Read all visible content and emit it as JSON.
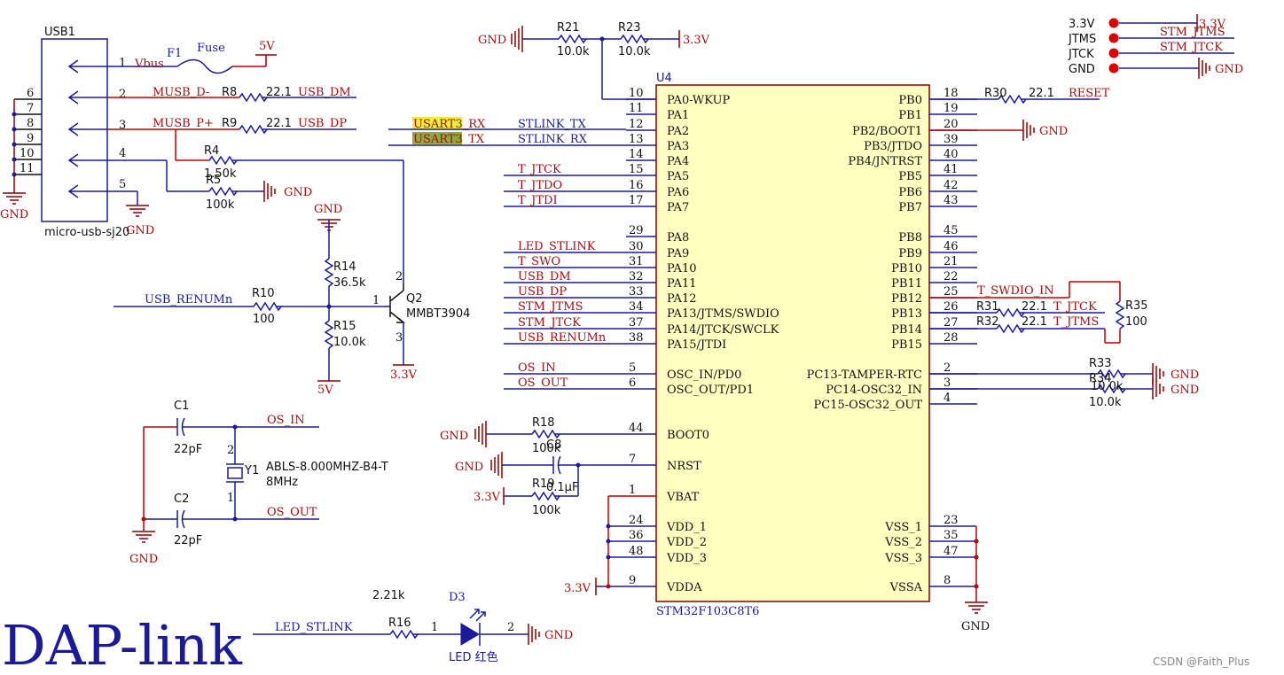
{
  "usb": {
    "ref": "USB1",
    "part": "micro-usb-sj20",
    "pins_right": [
      "1",
      "2",
      "3",
      "4",
      "5"
    ],
    "pins_left": [
      "6",
      "7",
      "8",
      "9",
      "10",
      "11"
    ],
    "gnd": "GND",
    "gnd2": "GND"
  },
  "fuse": {
    "ref": "F1",
    "label": "Fuse",
    "net": "Vbus",
    "supply": "5V"
  },
  "nets_left": {
    "musb_dm": "MUSB_D-",
    "musb_dp": "MUSB_P+",
    "usb_dm": "USB_DM",
    "usb_dp": "USB_DP",
    "usart_rx": "USART3_RX",
    "usart_tx": "USART3_TX",
    "stlink_tx": "STLINK_TX",
    "stlink_rx": "STLINK_RX"
  },
  "resistors": {
    "r8": {
      "ref": "R8",
      "value": "22.1"
    },
    "r9": {
      "ref": "R9",
      "value": "22.1"
    },
    "r4": {
      "ref": "R4",
      "value": "1.50k"
    },
    "r5": {
      "ref": "R5",
      "value": "100k"
    },
    "r14": {
      "ref": "R14",
      "value": "36.5k"
    },
    "r15": {
      "ref": "R15",
      "value": "10.0k"
    },
    "r10": {
      "ref": "R10",
      "value": "100"
    },
    "r21": {
      "ref": "R21",
      "value": "10.0k"
    },
    "r23": {
      "ref": "R23",
      "value": "10.0k"
    },
    "r18": {
      "ref": "R18",
      "value": "100k"
    },
    "r19": {
      "ref": "R19",
      "value": "100k"
    },
    "r16": {
      "ref": "R16",
      "value": "2.21k"
    },
    "r30": {
      "ref": "R30",
      "value": "22.1"
    },
    "r31": {
      "ref": "R31",
      "value": "22.1"
    },
    "r32": {
      "ref": "R32",
      "value": "22.1"
    },
    "r33": {
      "ref": "R33",
      "value": "10.0k"
    },
    "r34": {
      "ref": "R34",
      "value": "10.0k"
    },
    "r35": {
      "ref": "R35",
      "value": "100"
    }
  },
  "transistor": {
    "ref": "Q2",
    "part": "MMBT3904",
    "pin1": "1",
    "pin2": "2",
    "pin3": "3"
  },
  "usb_renum": "USB_RENUMn",
  "power": {
    "gnd": "GND",
    "v33": "3.3V",
    "v5": "5V"
  },
  "caps": {
    "c1": {
      "ref": "C1",
      "value": "22pF"
    },
    "c2": {
      "ref": "C2",
      "value": "22pF"
    },
    "c8": {
      "ref": "C8",
      "value": "0.1μF"
    }
  },
  "crystal": {
    "ref": "Y1",
    "part": "ABLS-8.000MHZ-B4-T",
    "freq": "8MHz",
    "p1": "1",
    "p2": "2"
  },
  "osc": {
    "in": "OS_IN",
    "out": "OS_OUT"
  },
  "led": {
    "ref": "D3",
    "label": "LED 红色",
    "net": "LED_STLINK",
    "p1": "1",
    "p2": "2"
  },
  "title": "DAP-link",
  "watermark": "CSDN @Faith_Plus",
  "mcu": {
    "ref": "U4",
    "part": "STM32F103C8T6",
    "left_pins": [
      {
        "num": "10",
        "name": "PA0-WKUP",
        "net": ""
      },
      {
        "num": "11",
        "name": "PA1",
        "net": ""
      },
      {
        "num": "12",
        "name": "PA2",
        "net": ""
      },
      {
        "num": "13",
        "name": "PA3",
        "net": ""
      },
      {
        "num": "14",
        "name": "PA4",
        "net": ""
      },
      {
        "num": "15",
        "name": "PA5",
        "net": "T_JTCK"
      },
      {
        "num": "16",
        "name": "PA6",
        "net": "T_JTDO"
      },
      {
        "num": "17",
        "name": "PA7",
        "net": "T_JTDI"
      },
      {
        "num": "29",
        "name": "PA8",
        "net": ""
      },
      {
        "num": "30",
        "name": "PA9",
        "net": "LED_STLINK"
      },
      {
        "num": "31",
        "name": "PA10",
        "net": "T_SWO"
      },
      {
        "num": "32",
        "name": "PA11",
        "net": "USB_DM"
      },
      {
        "num": "33",
        "name": "PA12",
        "net": "USB_DP"
      },
      {
        "num": "34",
        "name": "PA13/JTMS/SWDIO",
        "net": "STM_JTMS"
      },
      {
        "num": "37",
        "name": "PA14/JTCK/SWCLK",
        "net": "STM_JTCK"
      },
      {
        "num": "38",
        "name": "PA15/JTDI",
        "net": "USB_RENUMn"
      },
      {
        "num": "5",
        "name": "OSC_IN/PD0",
        "net": "OS_IN"
      },
      {
        "num": "6",
        "name": "OSC_OUT/PD1",
        "net": "OS_OUT"
      },
      {
        "num": "44",
        "name": "BOOT0",
        "net": ""
      },
      {
        "num": "7",
        "name": "NRST",
        "net": ""
      },
      {
        "num": "1",
        "name": "VBAT",
        "net": ""
      },
      {
        "num": "24",
        "name": "VDD_1",
        "net": ""
      },
      {
        "num": "36",
        "name": "VDD_2",
        "net": ""
      },
      {
        "num": "48",
        "name": "VDD_3",
        "net": ""
      },
      {
        "num": "9",
        "name": "VDDA",
        "net": ""
      }
    ],
    "right_pins": [
      {
        "num": "18",
        "name": "PB0",
        "net": "RESET"
      },
      {
        "num": "19",
        "name": "PB1",
        "net": ""
      },
      {
        "num": "20",
        "name": "PB2/BOOT1",
        "net": ""
      },
      {
        "num": "39",
        "name": "PB3/JTDO",
        "net": ""
      },
      {
        "num": "40",
        "name": "PB4/JNTRST",
        "net": ""
      },
      {
        "num": "41",
        "name": "PB5",
        "net": ""
      },
      {
        "num": "42",
        "name": "PB6",
        "net": ""
      },
      {
        "num": "43",
        "name": "PB7",
        "net": ""
      },
      {
        "num": "45",
        "name": "PB8",
        "net": ""
      },
      {
        "num": "46",
        "name": "PB9",
        "net": ""
      },
      {
        "num": "21",
        "name": "PB10",
        "net": ""
      },
      {
        "num": "22",
        "name": "PB11",
        "net": ""
      },
      {
        "num": "25",
        "name": "PB12",
        "net": "T_SWDIO_IN"
      },
      {
        "num": "26",
        "name": "PB13",
        "net": "T_JTCK"
      },
      {
        "num": "27",
        "name": "PB14",
        "net": "T_JTMS"
      },
      {
        "num": "28",
        "name": "PB15",
        "net": ""
      },
      {
        "num": "2",
        "name": "PC13-TAMPER-RTC",
        "net": ""
      },
      {
        "num": "3",
        "name": "PC14-OSC32_IN",
        "net": ""
      },
      {
        "num": "4",
        "name": "PC15-OSC32_OUT",
        "net": ""
      },
      {
        "num": "23",
        "name": "VSS_1",
        "net": ""
      },
      {
        "num": "35",
        "name": "VSS_2",
        "net": ""
      },
      {
        "num": "47",
        "name": "VSS_3",
        "net": ""
      },
      {
        "num": "8",
        "name": "VSSA",
        "net": ""
      }
    ]
  },
  "header": {
    "labels": [
      "3.3V",
      "JTMS",
      "JTCK",
      "GND"
    ],
    "nets": [
      "3.3V",
      "STM_JTMS",
      "STM_JTCK",
      "GND"
    ]
  }
}
